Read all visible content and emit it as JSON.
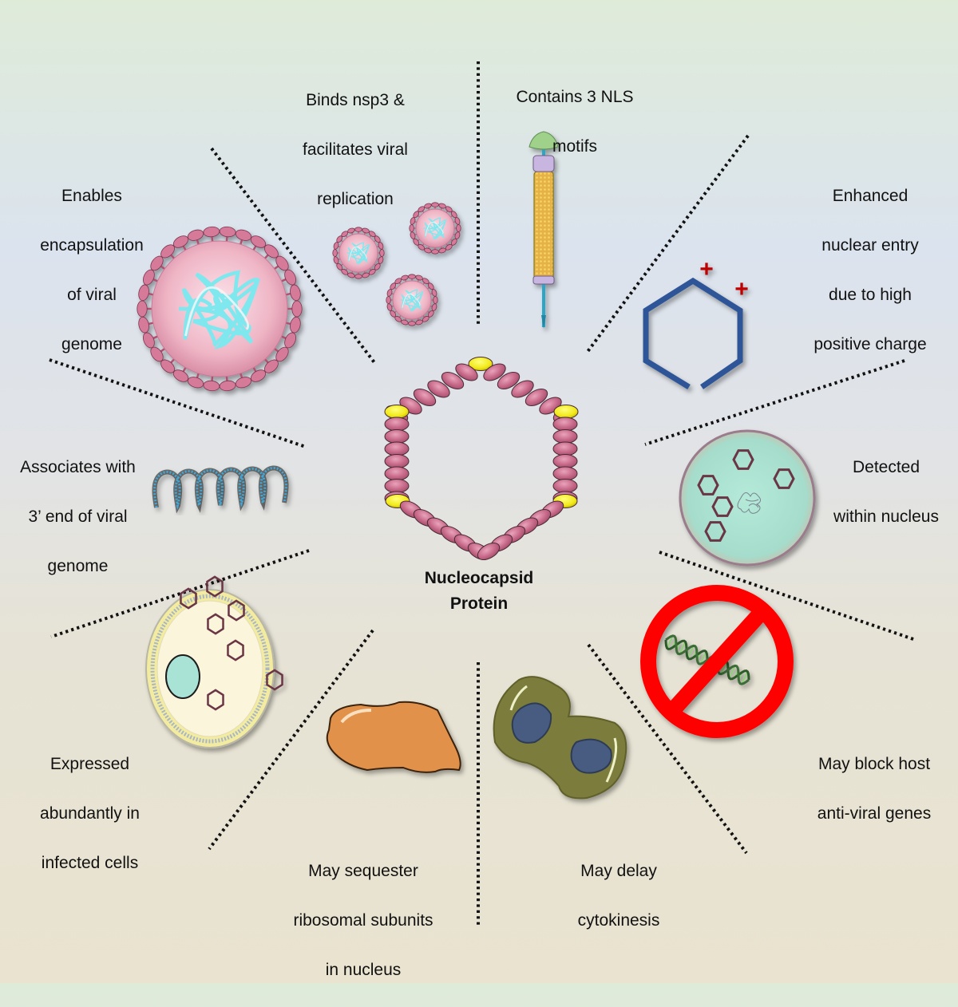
{
  "center": {
    "title_line1": "Nucleocapsid",
    "title_line2": "Protein"
  },
  "functions": [
    {
      "id": "nsp3",
      "lines": [
        "Binds nsp3 &",
        "facilitates viral",
        "replication"
      ],
      "icon": "virions-icon"
    },
    {
      "id": "nls",
      "lines": [
        "Contains 3 NLS",
        "motifs"
      ],
      "icon": "nls-needle-icon"
    },
    {
      "id": "nuclear-entry",
      "lines": [
        "Enhanced",
        "nuclear entry",
        "due to high",
        "positive charge"
      ],
      "icon": "charged-hexagon-icon"
    },
    {
      "id": "nucleus",
      "lines": [
        "Detected",
        "within nucleus"
      ],
      "icon": "nucleus-icon"
    },
    {
      "id": "block-genes",
      "lines": [
        "May block host",
        "anti-viral genes"
      ],
      "icon": "blocked-dna-icon"
    },
    {
      "id": "cytokinesis",
      "lines": [
        "May delay",
        "cytokinesis"
      ],
      "icon": "dividing-cell-icon"
    },
    {
      "id": "ribosomal",
      "lines": [
        "May sequester",
        "ribosomal subunits",
        "in nucleus"
      ],
      "icon": "ribosome-icon"
    },
    {
      "id": "expressed",
      "lines": [
        "Expressed",
        "abundantly in",
        "infected cells"
      ],
      "icon": "infected-cell-icon"
    },
    {
      "id": "three-prime",
      "lines": [
        "Associates with",
        "3’ end of viral",
        "genome"
      ],
      "icon": "helix-coil-icon"
    },
    {
      "id": "encapsulation",
      "lines": [
        "Enables",
        "encapsulation",
        "of viral",
        "genome"
      ],
      "icon": "virion-icon"
    }
  ],
  "plus_sign": "+",
  "colors": {
    "protein_bead": "#c86a8a",
    "protein_bead_marked": "#f2ea1a",
    "virus_body": "#f1bccb",
    "genome": "#7fe8ee",
    "hexagon_blue": "#2f5597",
    "charge_red": "#c00000",
    "nucleus_fill": "#a9e3d6",
    "prohibit_red": "#ff0000",
    "cell_olive": "#7b7d3e",
    "cell_nucleus": "#475b80",
    "ribosome_orange": "#e2914b"
  }
}
